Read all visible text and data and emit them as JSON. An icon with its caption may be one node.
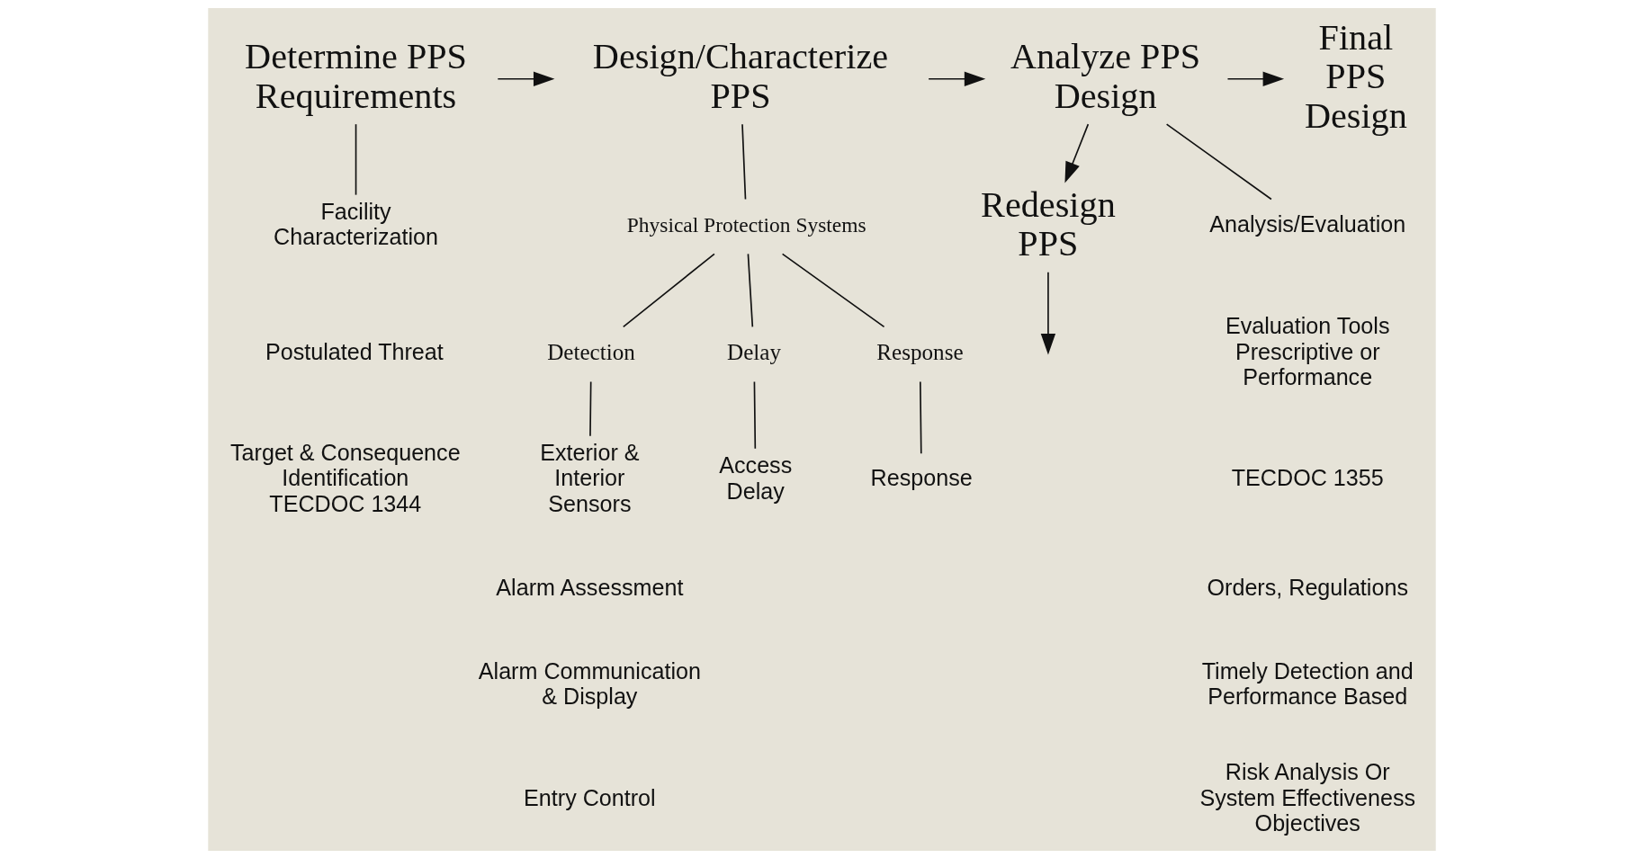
{
  "diagram": {
    "nodes": [
      {
        "text": [
          "Determine PPS Requirements"
        ]
      },
      {
        "text": [
          "Design/Characterize PPS"
        ]
      },
      {
        "text": [
          "Analyze PPS Design"
        ]
      },
      {
        "text": [
          "Final PPS Design"
        ]
      },
      {
        "text": [
          "Redesign PPS"
        ]
      },
      {
        "text": [
          "Facility Characterization"
        ]
      },
      {
        "text": [
          "Physical Protection Systems"
        ]
      },
      {
        "text": [
          "Analysis/Evaluation"
        ]
      },
      {
        "text": [
          "Detection"
        ]
      },
      {
        "text": [
          "Delay"
        ]
      },
      {
        "text": [
          "Response"
        ]
      },
      {
        "text": [
          "Exterior & Interior Sensors"
        ]
      },
      {
        "text": [
          "Access Delay"
        ]
      },
      {
        "text": [
          "Response"
        ]
      }
    ],
    "edges": [
      {
        "from": 0,
        "to": 1,
        "arrow": "to"
      },
      {
        "from": 1,
        "to": 2,
        "arrow": "to"
      },
      {
        "from": 2,
        "to": 3,
        "arrow": "to"
      },
      {
        "from": 2,
        "to": 4,
        "arrow": "to"
      },
      {
        "from": 4,
        "to": null,
        "arrow": "to"
      },
      {
        "from": 0,
        "to": 5,
        "arrow": "none"
      },
      {
        "from": 1,
        "to": 6,
        "arrow": "none"
      },
      {
        "from": 2,
        "to": 7,
        "arrow": "none"
      },
      {
        "from": 6,
        "to": 8,
        "arrow": "none"
      },
      {
        "from": 6,
        "to": 9,
        "arrow": "none"
      },
      {
        "from": 6,
        "to": 10,
        "arrow": "none"
      },
      {
        "from": 8,
        "to": 11,
        "arrow": "none"
      },
      {
        "from": 9,
        "to": 12,
        "arrow": "none"
      },
      {
        "from": 10,
        "to": 13,
        "arrow": "none"
      }
    ],
    "labels": [
      "Postulated Threat",
      "Target & Consequence Identification TECDOC 1344",
      "Alarm Assessment",
      "Alarm Communication & Display",
      "Entry Control",
      "Evaluation Tools Prescriptive or Performance",
      "TECDOC 1355",
      "Orders, Regulations",
      "Timely Detection and Performance Based",
      "Risk Analysis Or System Effectiveness Objectives"
    ]
  }
}
